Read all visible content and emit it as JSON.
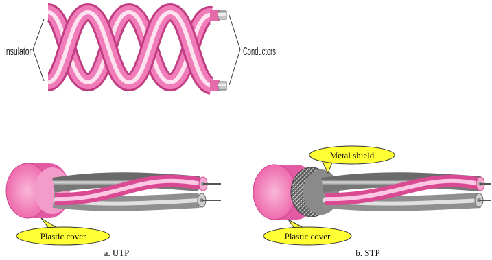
{
  "twisted_pair": {
    "insulator_label": "Insulator",
    "conductors_label": "Conductors"
  },
  "utp": {
    "cover_label": "Plastic cover",
    "caption": "a. UTP"
  },
  "stp": {
    "shield_label": "Metal shield",
    "cover_label": "Plastic cover",
    "caption": "b. STP"
  },
  "colors": {
    "pink": "#f06bb0",
    "pink_light": "#fbc3df",
    "pink_dark": "#d94a93",
    "gray": "#a8a8a8",
    "gray_dark": "#707070",
    "callout_fill": "#ffff33"
  }
}
